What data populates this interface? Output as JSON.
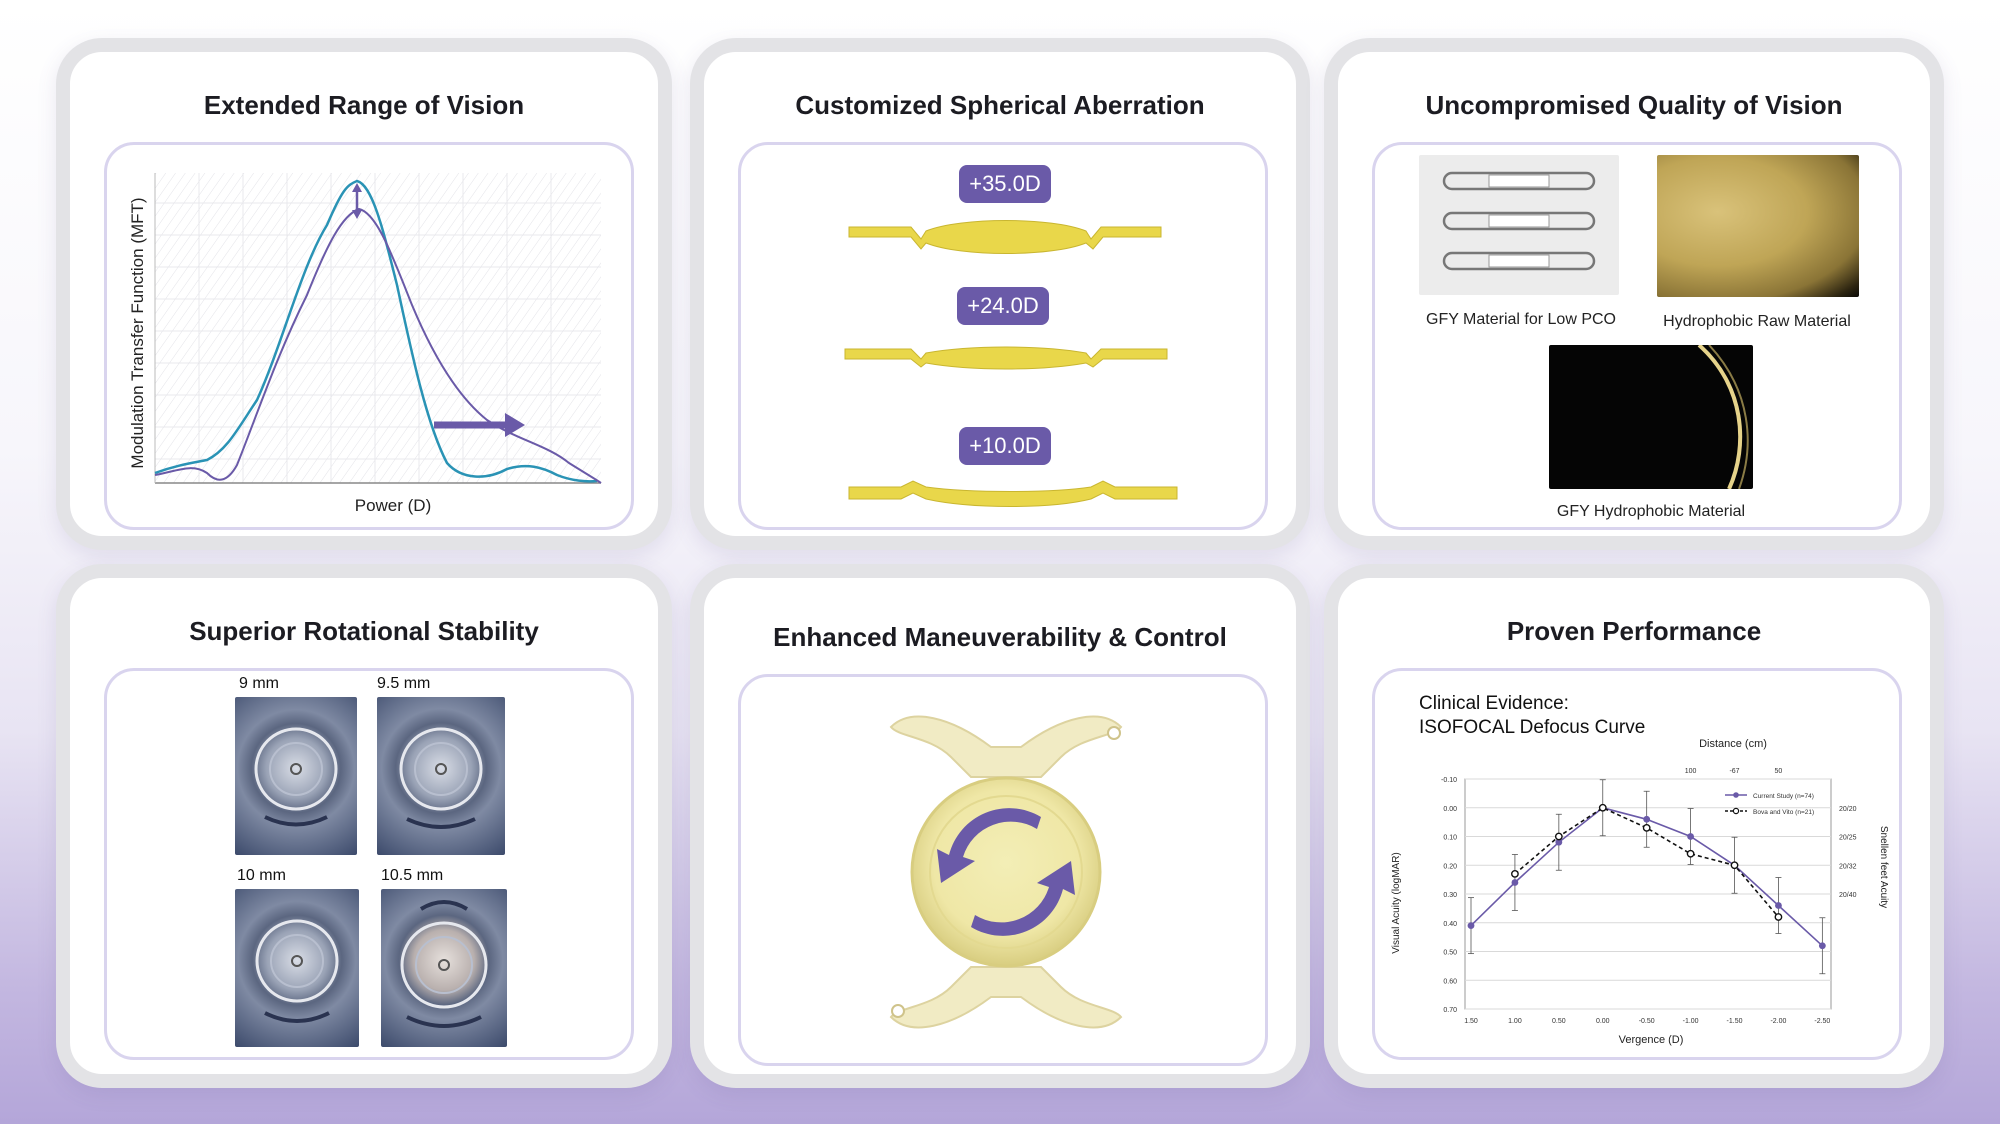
{
  "cards": {
    "range": {
      "title": "Extended Range of Vision",
      "ylabel": "Modulation Transfer Function (MFT)",
      "xlabel": "Power (D)"
    },
    "aberration": {
      "title": "Customized Spherical Aberration",
      "lenses": [
        "+35.0D",
        "+24.0D",
        "+10.0D"
      ]
    },
    "quality": {
      "title": "Uncompromised Quality of Vision",
      "captions": [
        "GFY Material for Low PCO",
        "Hydrophobic Raw Material",
        "GFY Hydrophobic Material"
      ]
    },
    "rotation": {
      "title": "Superior Rotational Stability",
      "sizes": [
        "9 mm",
        "9.5 mm",
        "10 mm",
        "10.5 mm"
      ]
    },
    "maneuver": {
      "title": "Enhanced Maneuverability & Control"
    },
    "performance": {
      "title": "Proven Performance",
      "heading_line1": "Clinical Evidence:",
      "heading_line2": "ISOFOCAL Defocus Curve"
    }
  },
  "chart_data": {
    "type": "line",
    "title": "",
    "top_axis_label": "Distance (cm)",
    "top_ticks": [
      "100",
      "-67",
      "50"
    ],
    "xlabel": "Vergence (D)",
    "ylabel": "Visual Acuity (logMAR)",
    "right_label": "Snellen feet Acuity",
    "right_ticks": [
      "20/20",
      "20/25",
      "20/32",
      "20/40"
    ],
    "x_ticks": [
      "1.50",
      "1.00",
      "0.50",
      "0.00",
      "-0.50",
      "-1.00",
      "-1.50",
      "-2.00",
      "-2.50"
    ],
    "y_ticks": [
      "-0.10",
      "0.00",
      "0.10",
      "0.20",
      "0.30",
      "0.40",
      "0.50",
      "0.60",
      "0.70"
    ],
    "ylim": [
      -0.1,
      0.7
    ],
    "x": [
      1.5,
      1.0,
      0.5,
      0.0,
      -0.5,
      -1.0,
      -1.5,
      -2.0,
      -2.5
    ],
    "series": [
      {
        "name": "Current Study (n=74)",
        "values": [
          0.41,
          0.26,
          0.12,
          0.0,
          0.04,
          0.1,
          0.2,
          0.34,
          0.48
        ],
        "color": "#6a5aa8",
        "style": "solid"
      },
      {
        "name": "Bova and Vito (n=21)",
        "values": [
          null,
          0.23,
          0.1,
          0.0,
          0.07,
          0.16,
          0.2,
          0.38,
          null
        ],
        "color": "#111111",
        "style": "dashed"
      }
    ],
    "grid": true,
    "legend": "top-right"
  },
  "colors": {
    "accent": "#6a5aa8",
    "teal": "#2a93b5",
    "lens_yellow": "#e9d74a"
  }
}
